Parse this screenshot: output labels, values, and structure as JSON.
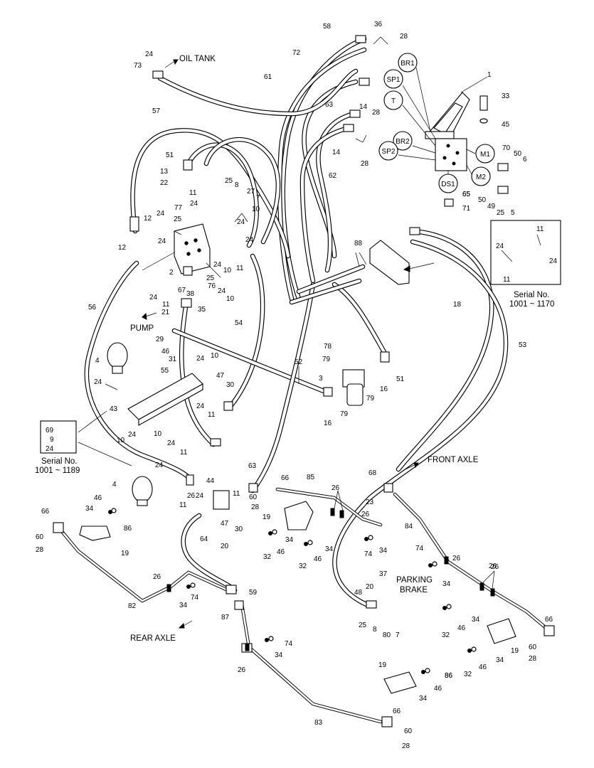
{
  "diagram": {
    "captions": {
      "oil_tank": "OIL TANK",
      "pump": "PUMP",
      "front_axle": "FRONT AXLE",
      "rear_axle": "REAR AXLE",
      "parking_brake_1": "PARKING",
      "parking_brake_2": "BRAKE",
      "serial_right_1": "Serial No.",
      "serial_right_2": "1001 ~ 1170",
      "serial_left_1": "Serial No.",
      "serial_left_2": "1001 ~ 1189"
    },
    "port_labels": [
      "BR1",
      "SP1",
      "T",
      "BR2",
      "SP2",
      "M1",
      "M2",
      "DS1"
    ],
    "callouts": [
      "58",
      "36",
      "28",
      "24",
      "73",
      "72",
      "61",
      "1",
      "33",
      "45",
      "63",
      "14",
      "28",
      "57",
      "51",
      "13",
      "22",
      "25",
      "8",
      "27",
      "7",
      "11",
      "24",
      "77",
      "25",
      "10",
      "12",
      "24",
      "12",
      "24",
      "24",
      "2",
      "24",
      "10",
      "11",
      "24",
      "25",
      "76",
      "24",
      "38",
      "10",
      "67",
      "35",
      "24",
      "11",
      "21",
      "29",
      "46",
      "31",
      "56",
      "4",
      "24",
      "55",
      "24",
      "10",
      "47",
      "30",
      "24",
      "11",
      "43",
      "69",
      "9",
      "24",
      "10",
      "24",
      "10",
      "24",
      "11",
      "4",
      "24",
      "44",
      "24",
      "11",
      "11",
      "47",
      "30",
      "46",
      "34",
      "86",
      "66",
      "60",
      "28",
      "19",
      "26",
      "74",
      "34",
      "82",
      "87",
      "59",
      "64",
      "20",
      "63",
      "60",
      "28",
      "66",
      "85",
      "26",
      "19",
      "26",
      "32",
      "46",
      "34",
      "74",
      "34",
      "32",
      "46",
      "34",
      "68",
      "23",
      "84",
      "74",
      "34",
      "26",
      "26",
      "34",
      "46",
      "32",
      "26",
      "34",
      "46",
      "32",
      "19",
      "66",
      "60",
      "28",
      "86",
      "46",
      "34",
      "86",
      "19",
      "48",
      "20",
      "25",
      "8",
      "80",
      "7",
      "83",
      "66",
      "60",
      "28",
      "74",
      "34",
      "26",
      "53",
      "18",
      "88",
      "11",
      "24",
      "24",
      "11",
      "52",
      "78",
      "79",
      "3",
      "16",
      "79",
      "51",
      "16",
      "79",
      "62",
      "14",
      "28",
      "65",
      "70",
      "50",
      "6",
      "50",
      "49",
      "25",
      "5",
      "65",
      "71",
      "54",
      "26",
      "37"
    ]
  }
}
